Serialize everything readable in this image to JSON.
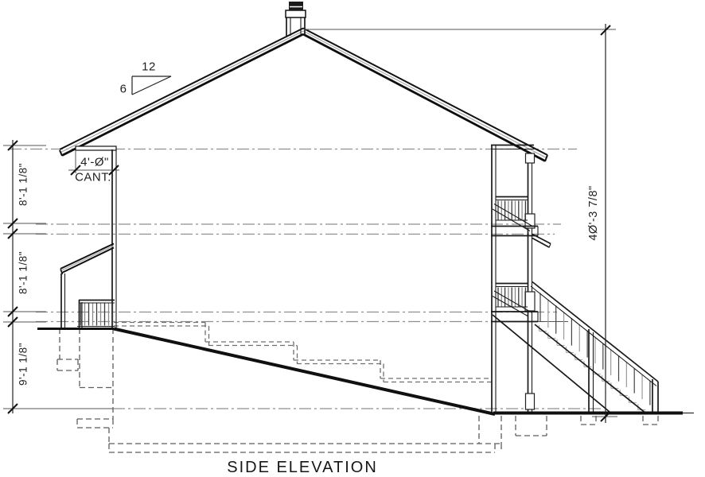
{
  "drawing": {
    "title": "SIDE ELEVATION",
    "roof_pitch": {
      "run": "12",
      "rise": "6"
    },
    "cantilever": {
      "dimension": "4'-Ø\"",
      "label": "CANT."
    },
    "dimensions_left": [
      {
        "label": "8'-1 1/8\""
      },
      {
        "label": "8'-1 1/8\""
      },
      {
        "label": "9'-1 1/8\""
      }
    ],
    "dimension_right": {
      "label": "4Ø'-3 7/8\""
    },
    "colors": {
      "line": "#1a1a1a",
      "secondary": "#8f8f8f",
      "light": "#adadad",
      "background": "#ffffff"
    }
  }
}
